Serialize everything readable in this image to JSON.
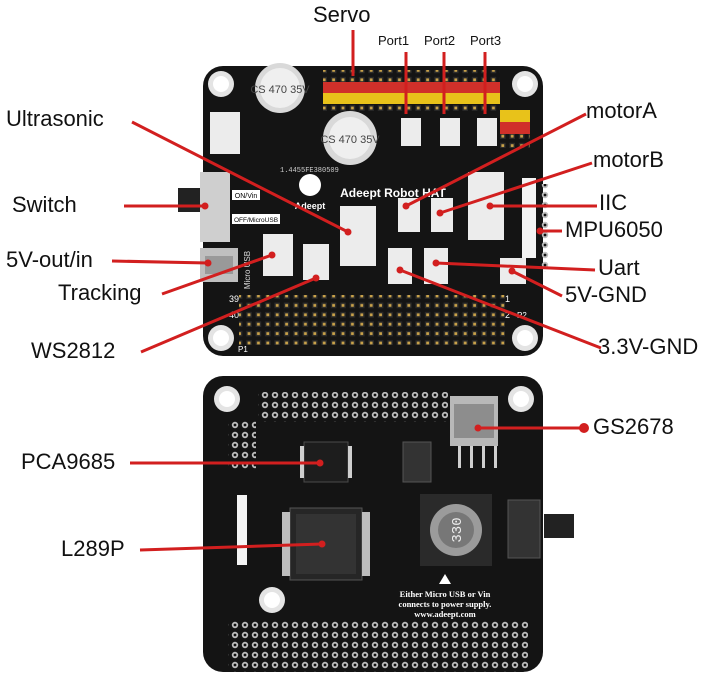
{
  "labels": {
    "servo": "Servo",
    "port1": "Port1",
    "port2": "Port2",
    "port3": "Port3",
    "ultrasonic": "Ultrasonic",
    "motorA": "motorA",
    "motorB": "motorB",
    "switch": "Switch",
    "iic": "IIC",
    "mpu6050": "MPU6050",
    "v5_out_in": "5V-out/in",
    "uart": "Uart",
    "tracking": "Tracking",
    "v5_gnd": "5V-GND",
    "ws2812": "WS2812",
    "v33_gnd": "3.3V-GND",
    "gs2678": "GS2678",
    "pca9685": "PCA9685",
    "l289p": "L289P"
  },
  "board_text": {
    "brand": "Adeept Robot HAT",
    "logo": "Adeept",
    "cap_top": "CS 470 35V",
    "cap_mid": "CS 470 35V",
    "serial": "1.4455FE380509",
    "on_vin": "ON/Vin",
    "off_usb": "OFF/MicroUSB",
    "micro_usb": "Micro USB",
    "pin39": "39",
    "pin40": "40",
    "pin1": "1",
    "pin2": "2",
    "p1": "P1",
    "p2": "P2",
    "inductor": "330",
    "power_note_1": "Either Micro USB or Vin",
    "power_note_2": "connects to power supply.",
    "website": "www.adeept.com"
  },
  "colors": {
    "pcb": "#141414",
    "leader": "#d21f1f",
    "header_gold": "#c9a24a",
    "connector_white": "#ececec",
    "servo_red": "#d0302a",
    "servo_yellow": "#e8c21a"
  }
}
